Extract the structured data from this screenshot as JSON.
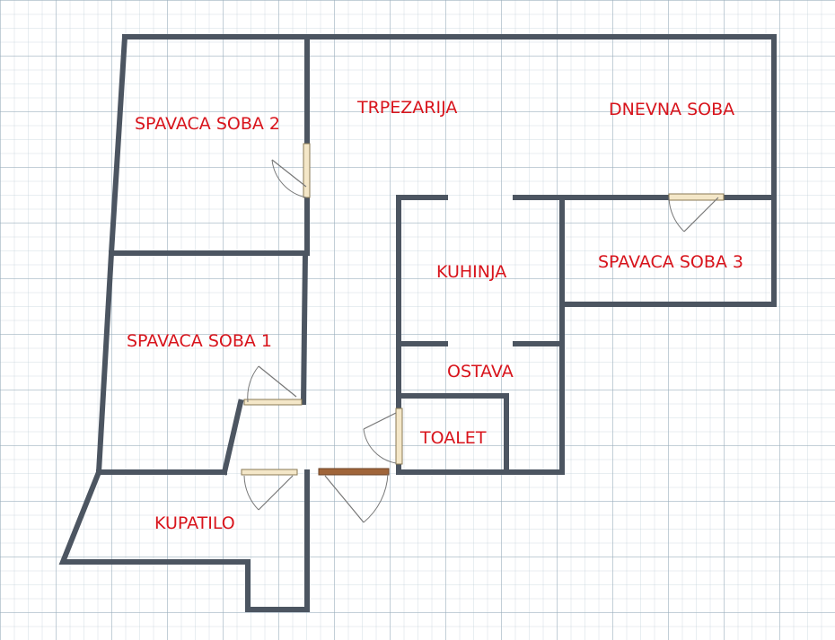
{
  "rooms": {
    "spavaca_soba_2": "SPAVACA SOBA 2",
    "trpezarija": "TRPEZARIJA",
    "dnevna_soba": "DNEVNA SOBA",
    "kuhinja": "KUHINJA",
    "spavaca_soba_3": "SPAVACA SOBA 3",
    "spavaca_soba_1": "SPAVACA SOBA 1",
    "ostava": "OSTAVA",
    "toalet": "TOALET",
    "kupatilo": "KUPATILO"
  },
  "colors": {
    "wall": "#4c5561",
    "label": "#d8141c",
    "door_leaf": "#f4e7c8",
    "entrance_door": "#a0653a"
  }
}
